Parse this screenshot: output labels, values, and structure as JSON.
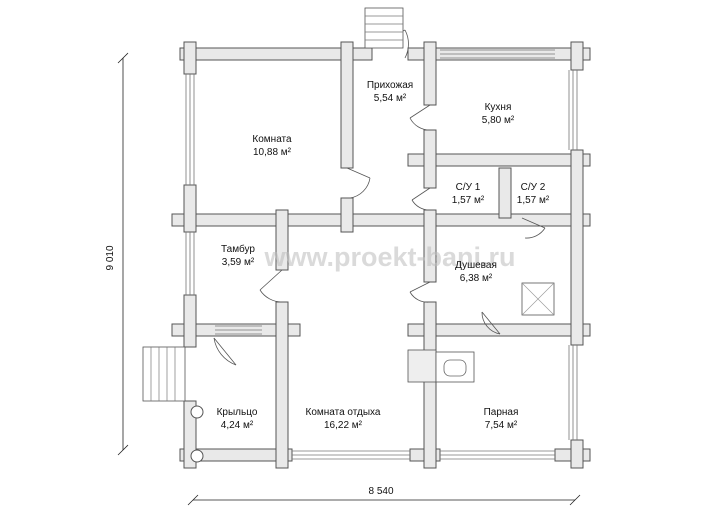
{
  "watermark": "www.proekt-bani.ru",
  "dimensions": {
    "width": "8 540",
    "height": "9 010"
  },
  "rooms": [
    {
      "name": "Прихожая",
      "area": "5,54 м²"
    },
    {
      "name": "Кухня",
      "area": "5,80 м²"
    },
    {
      "name": "Комната",
      "area": "10,88 м²"
    },
    {
      "name": "С/У 1",
      "area": "1,57 м²"
    },
    {
      "name": "С/У 2",
      "area": "1,57 м²"
    },
    {
      "name": "Тамбур",
      "area": "3,59 м²"
    },
    {
      "name": "Душевая",
      "area": "6,38 м²"
    },
    {
      "name": "Крыльцо",
      "area": "4,24 м²"
    },
    {
      "name": "Комната отдыха",
      "area": "16,22 м²"
    },
    {
      "name": "Парная",
      "area": "7,54 м²"
    }
  ]
}
